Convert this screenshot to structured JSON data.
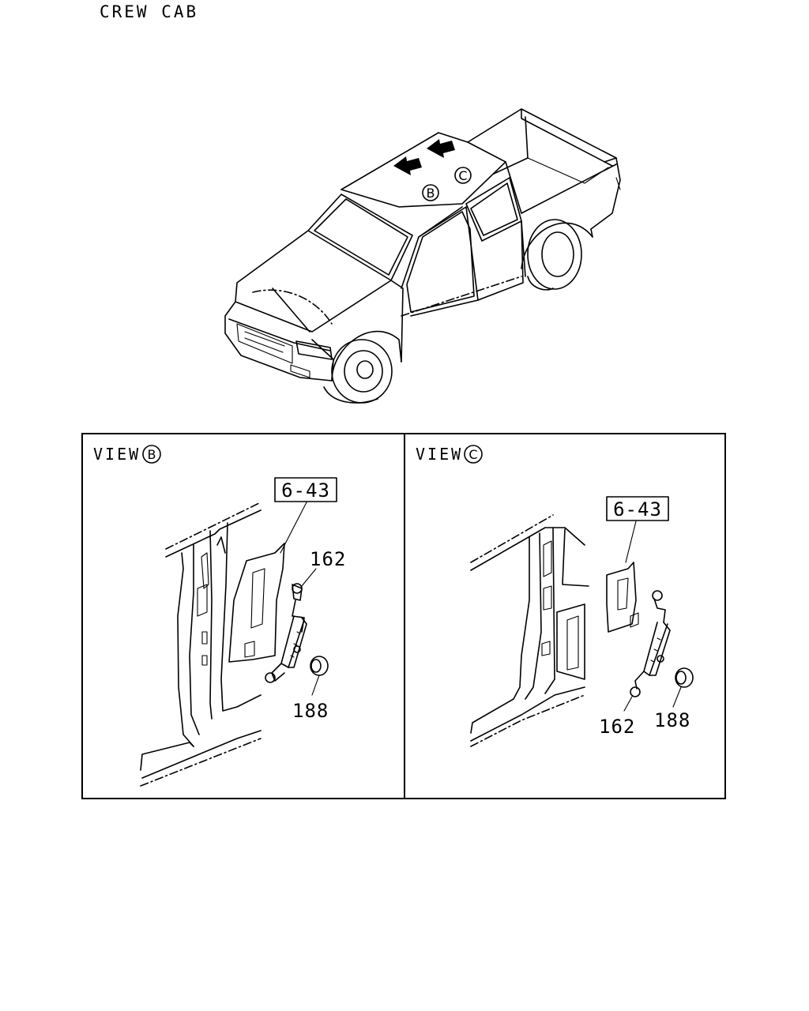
{
  "title": "CREW CAB",
  "overview": {
    "marker_b": "B",
    "marker_c": "C"
  },
  "panels": [
    {
      "view_label": "VIEW",
      "view_marker": "B",
      "ref_box": "6-43",
      "part_a": "162",
      "part_b": "188"
    },
    {
      "view_label": "VIEW",
      "view_marker": "C",
      "ref_box": "6-43",
      "part_a": "162",
      "part_b": "188"
    }
  ]
}
